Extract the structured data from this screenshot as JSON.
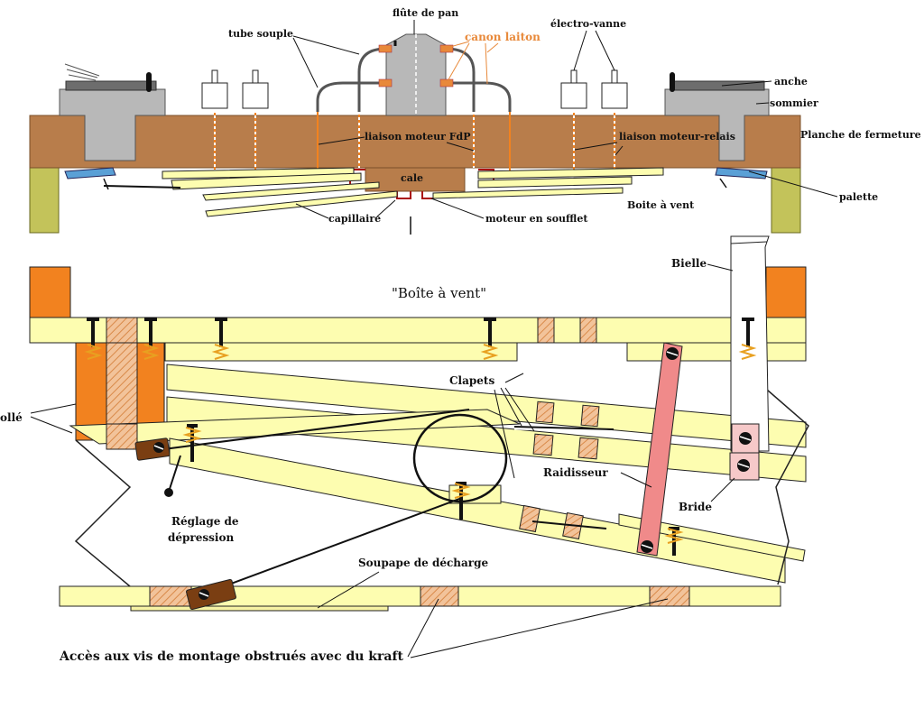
{
  "top_labels": {
    "flute_de_pan": "flûte de pan",
    "tube_souple": "tube souple",
    "canon_laiton": "canon laiton",
    "electro_vanne": "électro-vanne",
    "anche": "anche",
    "sommier": "sommier",
    "planche_de_fermeture": "Planche de fermeture",
    "liaison_moteur_fdp": "liaison moteur FdP",
    "liaison_moteur_relais": "liaison moteur-relais",
    "cale": "cale",
    "palette": "palette",
    "boite_a_vent_small": "Boite à vent",
    "capillaire": "capillaire",
    "moteur_en_soufflet": "moteur en soufflet"
  },
  "bottom_labels": {
    "boite_a_vent_title": "\"Boîte à vent\"",
    "bielle": "Bielle",
    "clapets": "Clapets",
    "colle": "ollé",
    "raidisseur": "Raidisseur",
    "bride": "Bride",
    "reglage_line1": "Réglage de",
    "reglage_line2": "dépression",
    "soupape": "Soupape de décharge",
    "acces": "Accès aux vis de montage obstrués avec du kraft"
  },
  "colors": {
    "wood": "#b87d4b",
    "grey": "#b8b8b8",
    "yellow": "#fdfdb0",
    "olive": "#c3c35a",
    "orange": "#f2821f",
    "pink": "#f08a8a",
    "brown": "#7a3e12",
    "copper": "#e8893a"
  }
}
